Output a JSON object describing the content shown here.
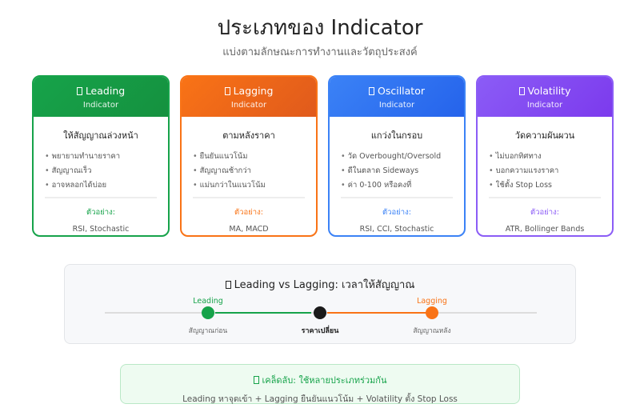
{
  "title": "ประเภทของ Indicator",
  "subtitle": "แบ่งตามลักษณะการทำงานและวัตถุประสงค์",
  "cards": [
    {
      "name": "Leading",
      "sub": "Indicator",
      "summary": "ให้สัญญาณล่วงหน้า",
      "points": [
        "พยายามทำนายราคา",
        "สัญญาณเร็ว",
        "อาจหลอกได้บ่อย"
      ],
      "example_label": "ตัวอย่าง:",
      "examples": "RSI, Stochastic",
      "color": "#16a34a"
    },
    {
      "name": "Lagging",
      "sub": "Indicator",
      "summary": "ตามหลังราคา",
      "points": [
        "ยืนยันแนวโน้ม",
        "สัญญาณช้ากว่า",
        "แม่นกว่าในแนวโน้ม"
      ],
      "example_label": "ตัวอย่าง:",
      "examples": "MA, MACD",
      "color": "#f97316"
    },
    {
      "name": "Oscillator",
      "sub": "Indicator",
      "summary": "แกว่งในกรอบ",
      "points": [
        "วัด Overbought/Oversold",
        "ดีในตลาด Sideways",
        "ค่า 0-100 หรือคงที่"
      ],
      "example_label": "ตัวอย่าง:",
      "examples": "RSI, CCI, Stochastic",
      "color": "#3b82f6"
    },
    {
      "name": "Volatility",
      "sub": "Indicator",
      "summary": "วัดความผันผวน",
      "points": [
        "ไม่บอกทิศทาง",
        "บอกความแรงราคา",
        "ใช้ตั้ง Stop Loss"
      ],
      "example_label": "ตัวอย่าง:",
      "examples": "ATR, Bollinger Bands",
      "color": "#8b5cf6"
    }
  ],
  "timeline": {
    "title": "Leading vs Lagging: เวลาให้สัญญาณ",
    "leading": "Leading",
    "lagging": "Lagging",
    "leading_caption": "สัญญาณก่อน",
    "center_caption": "ราคาเปลี่ยน",
    "lagging_caption": "สัญญาณหลัง"
  },
  "tip": {
    "title": "เคล็ดลับ: ใช้หลายประเภทร่วมกัน",
    "body": "Leading หาจุดเข้า + Lagging ยืนยันแนวโน้ม + Volatility ตั้ง Stop Loss"
  }
}
